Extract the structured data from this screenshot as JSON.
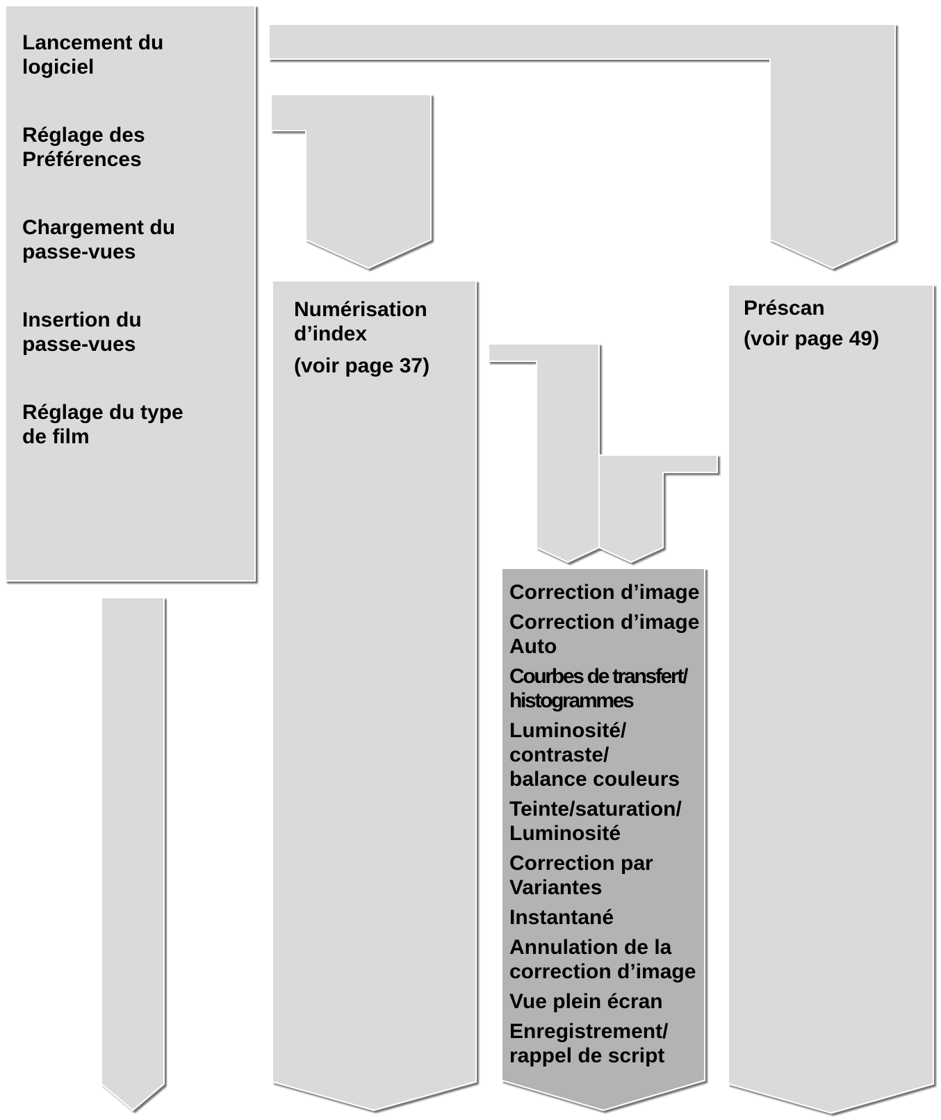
{
  "steps_box": {
    "items": [
      [
        "Lancement du",
        "logiciel"
      ],
      [
        "Réglage des",
        "Préférences"
      ],
      [
        "Chargement du",
        "passe-vues"
      ],
      [
        "Insertion du",
        "passe-vues"
      ],
      [
        "Réglage du type",
        "de film"
      ]
    ]
  },
  "index_scan": {
    "title_lines": [
      "Numérisation",
      "d’index"
    ],
    "ref": "(voir page 37)"
  },
  "prescan": {
    "title": "Préscan",
    "ref": "(voir page 49)"
  },
  "corrections": {
    "items": [
      [
        "Correction d’image"
      ],
      [
        "Correction d’image",
        "Auto"
      ],
      [
        "Courbes de transfert/",
        "histogrammes"
      ],
      [
        "Luminosité/",
        "contraste/",
        "balance couleurs"
      ],
      [
        "Teinte/saturation/",
        "Luminosité"
      ],
      [
        "Correction par",
        "Variantes"
      ],
      [
        "Instantané"
      ],
      [
        "Annulation de la",
        "correction d’image"
      ],
      [
        "Vue plein écran"
      ],
      [
        "Enregistrement/",
        "rappel de script"
      ]
    ]
  },
  "colors": {
    "panel": "#dadada",
    "panel_dark": "#b3b3b3",
    "outline": "#111111",
    "highlight": "#ffffff"
  }
}
